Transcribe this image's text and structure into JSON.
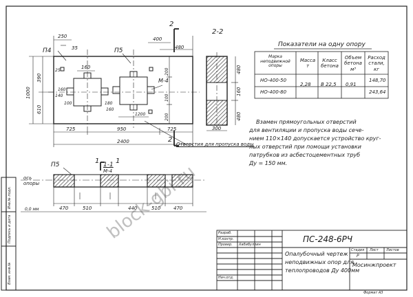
{
  "section_marks": {
    "cut_2_top": "2",
    "cut_2_bottom": "2",
    "cut_1_left": "1",
    "cut_1_right": "1"
  },
  "plan_view": {
    "dims_top": {
      "d250": "250",
      "d35": "35",
      "d160": "160",
      "d400": "400",
      "d480": "480"
    },
    "dims_left": {
      "d1000": "1000",
      "d390": "390",
      "d610": "610",
      "d25": "25"
    },
    "dims_inner": {
      "d160a": "160",
      "d140": "140",
      "d100": "100",
      "d200a": "200",
      "d180": "180",
      "d160b": "160",
      "d1200": "1200",
      "d100b": "100",
      "d200b": "200"
    },
    "dims_bottom": {
      "d725a": "725",
      "d950": "950",
      "d725b": "725",
      "d2400": "2400"
    },
    "labels": {
      "p4": "П4",
      "p5": "П5",
      "m4": "М-4"
    }
  },
  "section_2_2": {
    "title": "2-2",
    "dims": {
      "d480a": "480",
      "d160": "160",
      "d480b": "480",
      "d300": "300"
    }
  },
  "section_1_1": {
    "title": "1-1",
    "label_p5": "П5",
    "label_m4": "М-4",
    "axis_label": "ось опоры",
    "level_label": "0,0 мм",
    "dims": {
      "d470a": "470",
      "d510a": "510",
      "d440": "440",
      "d510b": "510",
      "d470b": "470"
    }
  },
  "holes_note": "Отверстия для пропуска воды",
  "table": {
    "title": "Показатели на одну опору",
    "headers": [
      "Марка неподвижной опоры",
      "Масса т",
      "Класс бетона",
      "Объем бетона м³",
      "Расход стали, кг"
    ],
    "rows": [
      {
        "mark": "НО-400-50",
        "mass": "2,28",
        "concrete": "В 22,5",
        "volume": "0,91",
        "steel": "148,70"
      },
      {
        "mark": "НО-400-80",
        "mass": "",
        "concrete": "",
        "volume": "",
        "steel": "243,64"
      }
    ]
  },
  "note": [
    "Взамен прямоугольных отверстий",
    "для вентиляции и пропуска воды сече-",
    "нием 110×140 допускается устройство круг-",
    "лых отверстий при помощи установки",
    "патрубков из асбестоцементных труб",
    "Ду = 150 мм."
  ],
  "title_block": {
    "doc_code": "ПС-248-6РЧ",
    "role_1": "Разраб.",
    "role_2": "Н.контр.",
    "role_3": "Провер.",
    "name_3": "Хабибуллин",
    "role_4": "Нач.отд.",
    "hdr_stage": "Стадия",
    "hdr_sheet": "Лист",
    "hdr_sheets": "Листов",
    "stage": "Р",
    "description": [
      "Опалубочный чертеж",
      "неподвижных опор для",
      "теплопроводов Ду 400мм"
    ],
    "organization": "Мосинжпроект"
  },
  "left_strip": [
    "Инв.№ подл.",
    "Подпись и дата",
    "Взам. инв.№"
  ],
  "watermark": "block-gbi.ru",
  "footer": "Формат А3"
}
